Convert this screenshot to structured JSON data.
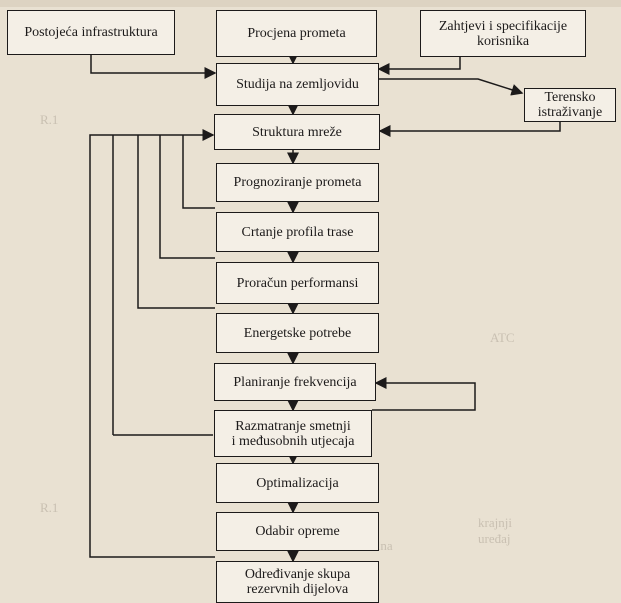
{
  "diagram": {
    "boxes": {
      "postojeca_infrastruktura": "Postojeća infrastruktura",
      "procjena_prometa": "Procjena prometa",
      "zahtjevi": "Zahtjevi i specifikacije\nkorisnika",
      "studija": "Studija na zemljovidu",
      "terensko": "Terensko\nistraživanje",
      "struktura": "Struktura mreže",
      "prognoziranje": "Prognoziranje prometa",
      "crtanje": "Crtanje profila trase",
      "proracun": "Proračun performansi",
      "energetske": "Energetske potrebe",
      "planiranje": "Planiranje frekvencija",
      "razmatranje": "Razmatranje smetnji\ni međusobnih utjecaja",
      "optimalizacija": "Optimalizacija",
      "odabir": "Odabir opreme",
      "odredivanje": "Određivanje skupa\nrezervnih dijelova"
    },
    "background_ghost_text": [
      "ATC",
      "krajnji\nuređaj",
      "centralna",
      "R.1",
      "R.1"
    ]
  }
}
